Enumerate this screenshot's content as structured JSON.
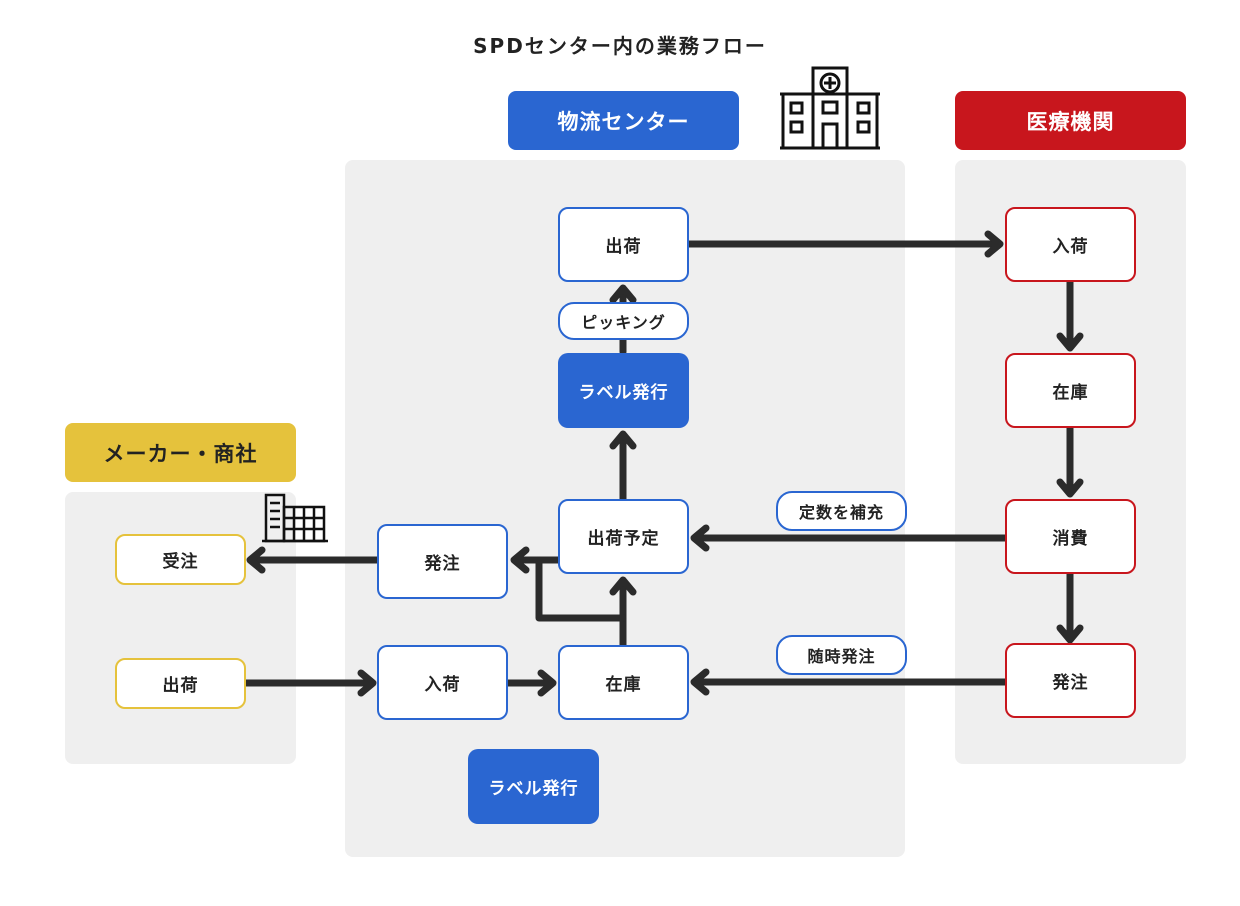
{
  "title": "SPDセンター内の業務フロー",
  "colors": {
    "blue": "#2a66d1",
    "red": "#c8161d",
    "yellow": "#e5c23c",
    "panel": "#efefef",
    "arrow": "#2b2b2b"
  },
  "headers": {
    "logistics": "物流センター",
    "medical": "医療機関",
    "maker": "メーカー・商社"
  },
  "icons": {
    "hospital": "hospital-icon",
    "office": "office-building-icon"
  },
  "logistics": {
    "shipping": "出荷",
    "picking": "ピッキング",
    "label_top": "ラベル発行",
    "ship_plan": "出荷予定",
    "order": "発注",
    "receiving": "入荷",
    "stock": "在庫",
    "label_bottom": "ラベル発行"
  },
  "medical": {
    "receiving": "入荷",
    "stock": "在庫",
    "consumption": "消費",
    "order": "発注"
  },
  "maker": {
    "order_received": "受注",
    "shipping": "出荷"
  },
  "edge_labels": {
    "replenish": "定数を補充",
    "ad_hoc_order": "随時発注"
  }
}
